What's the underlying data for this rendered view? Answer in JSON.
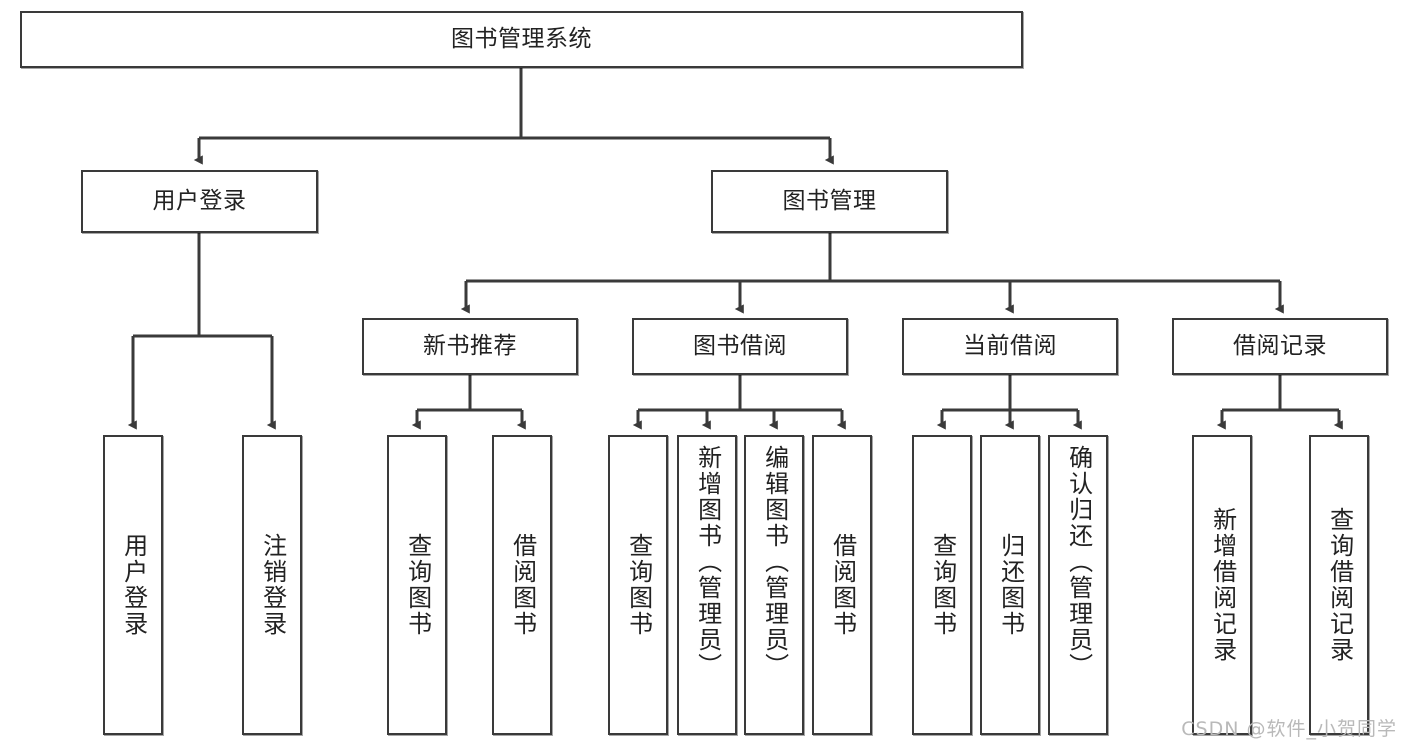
{
  "diagram": {
    "type": "tree",
    "title": "图书管理系统",
    "orientation": "top-down",
    "colors": {
      "box_border": "#3a3a3a",
      "box_fill": "#ffffff",
      "edge": "#3a3a3a",
      "text": "#222222",
      "watermark": "#b9b9b9"
    },
    "root": {
      "label": "图书管理系统"
    },
    "level2": [
      {
        "label": "用户登录"
      },
      {
        "label": "图书管理"
      }
    ],
    "level3": [
      {
        "label": "新书推荐"
      },
      {
        "label": "图书借阅"
      },
      {
        "label": "当前借阅"
      },
      {
        "label": "借阅记录"
      }
    ],
    "leaves": {
      "user_login": [
        {
          "label": "用户登录"
        },
        {
          "label": "注销登录"
        }
      ],
      "new_book": [
        {
          "label": "查询图书"
        },
        {
          "label": "借阅图书"
        }
      ],
      "book_borrow": [
        {
          "label": "查询图书"
        },
        {
          "label": "新增图书（管理员）"
        },
        {
          "label": "编辑图书（管理员）"
        },
        {
          "label": "借阅图书"
        }
      ],
      "current_borrow": [
        {
          "label": "查询图书"
        },
        {
          "label": "归还图书"
        },
        {
          "label": "确认归还（管理员）"
        }
      ],
      "borrow_record": [
        {
          "label": "新增借阅记录"
        },
        {
          "label": "查询借阅记录"
        }
      ]
    }
  },
  "watermark": {
    "text": "CSDN @软件_小贺同学"
  }
}
